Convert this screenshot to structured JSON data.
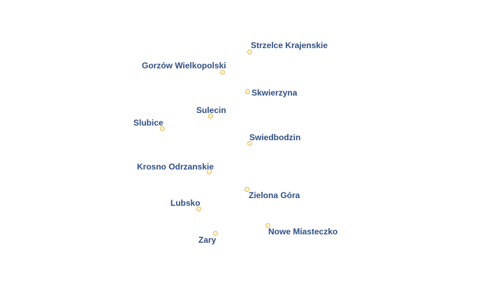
{
  "map": {
    "marker_color": "#e8b84a",
    "label_color": "#2f4f85",
    "places": [
      {
        "name": "Strzelce Krajenskie"
      },
      {
        "name": "Gorzów Wielkopolski"
      },
      {
        "name": "Skwierzyna"
      },
      {
        "name": "Sulecin"
      },
      {
        "name": "Slubice"
      },
      {
        "name": "Swiedbodzin"
      },
      {
        "name": "Krosno Odrzanskie"
      },
      {
        "name": "Zielona Góra"
      },
      {
        "name": "Lubsko"
      },
      {
        "name": "Nowe Miasteczko"
      },
      {
        "name": "Zary"
      }
    ]
  }
}
